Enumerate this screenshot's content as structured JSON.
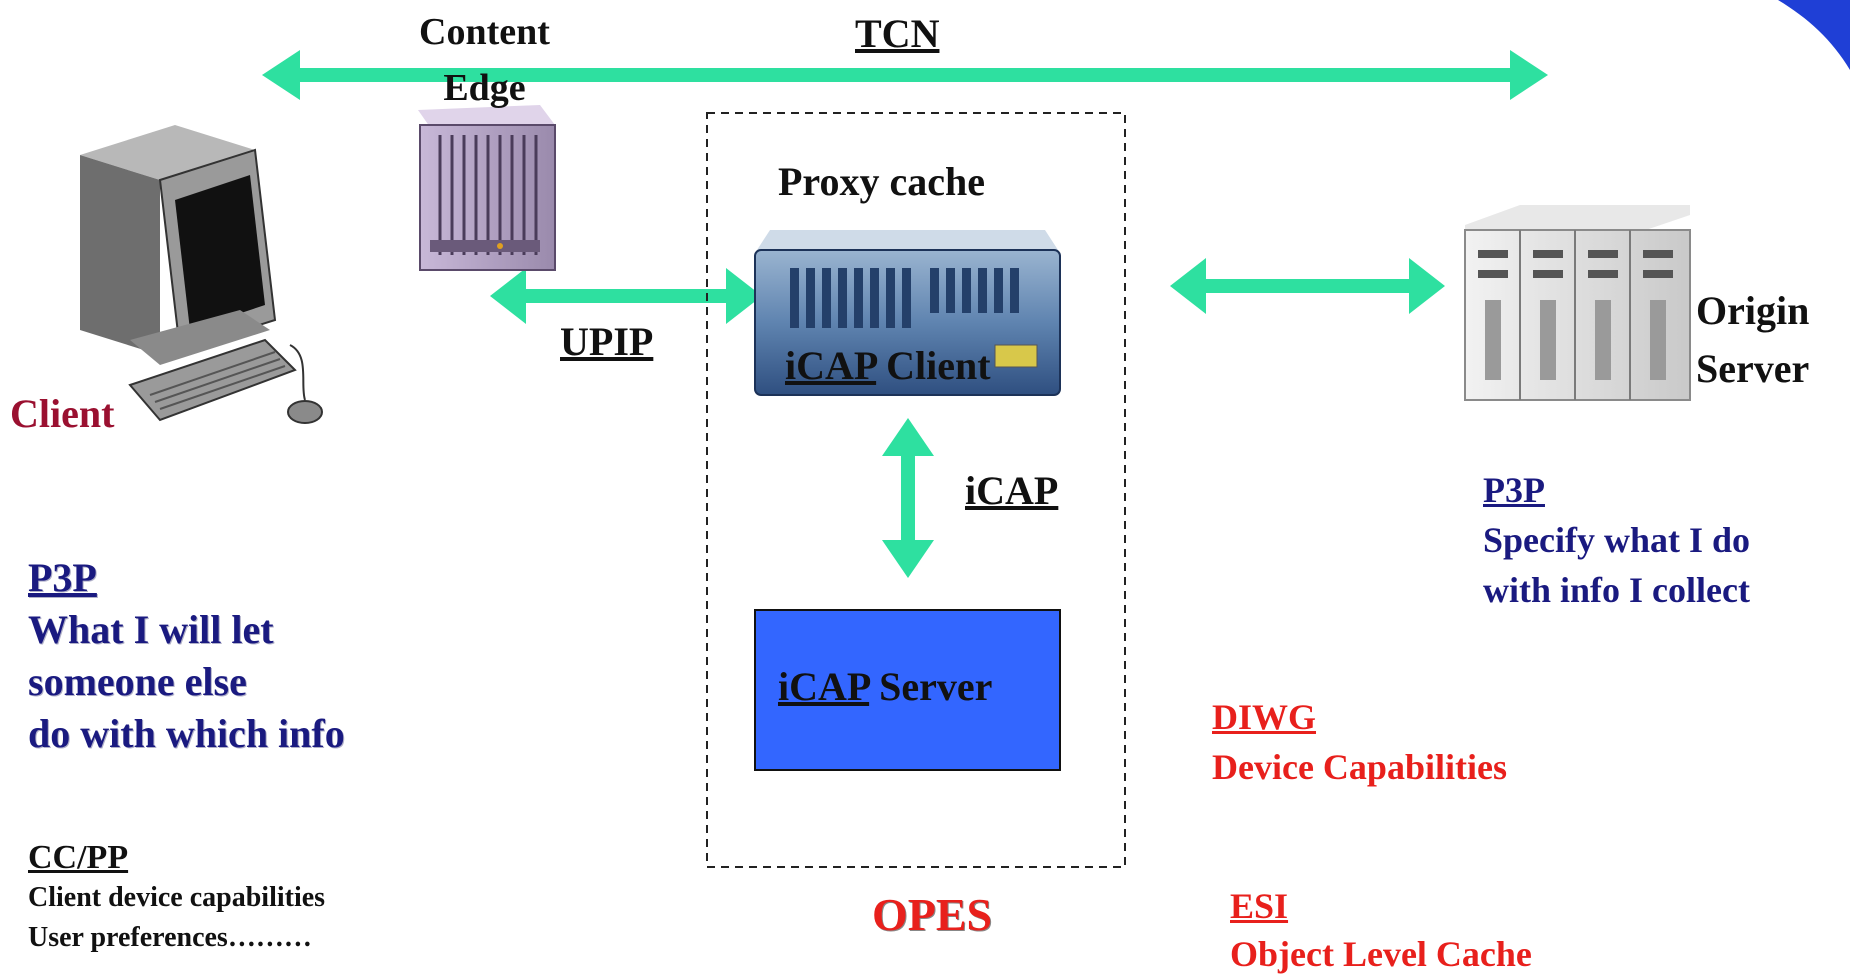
{
  "colors": {
    "arrow": "#2ee0a0",
    "navy_text": "#1a1a80",
    "red_text": "#e8201c",
    "client_label": "#9a1030",
    "icap_server_fill": "#3366ff",
    "corner_swoosh": "#1f3fd6"
  },
  "labels": {
    "tcn": "TCN",
    "content_edge_line1": "Content",
    "content_edge_line2": "Edge",
    "proxy_cache": "Proxy cache",
    "upip": "UPIP",
    "icap_client_u": "iCAP",
    "icap_client_rest": " Client",
    "icap": "iCAP",
    "icap_server_u": "iCAP",
    "icap_server_rest": " Server",
    "origin_line1": "Origin",
    "origin_line2": "Server",
    "client": "Client",
    "opes": "OPES"
  },
  "left_p3p": {
    "title": "P3P",
    "lines": [
      "What I will let",
      "someone else",
      "do with which info"
    ]
  },
  "ccpp": {
    "title": "CC/PP",
    "lines": [
      "Client device capabilities",
      "User preferences………"
    ]
  },
  "right_p3p": {
    "title": "P3P",
    "lines": [
      "Specify what I do",
      "with info I collect"
    ]
  },
  "diwg": {
    "title": "DIWG",
    "line": "Device Capabilities"
  },
  "esi": {
    "title": "ESI",
    "line": "Object Level Cache"
  },
  "icons": [
    "client-computer-icon",
    "content-edge-server-icon",
    "proxy-cache-appliance-icon",
    "origin-server-rack-icon"
  ]
}
